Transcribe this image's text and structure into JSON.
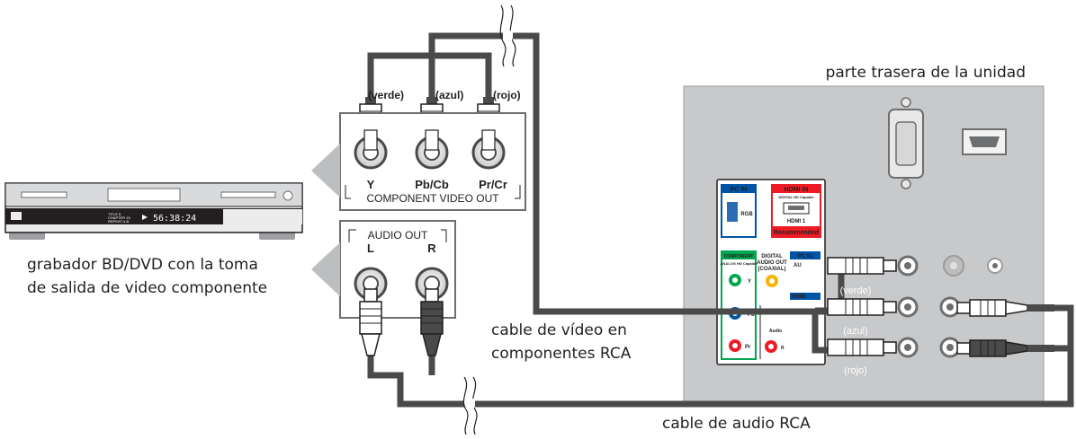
{
  "captions": {
    "back_of_unit": "parte trasera de la unidad",
    "recorder_line1": "grabador BD/DVD con la toma",
    "recorder_line2": "de salida de video componente",
    "component_cable_line1": "cable de vídeo en",
    "component_cable_line2": "componentes RCA",
    "audio_cable": "cable de audio RCA"
  },
  "cable_colors": {
    "green": "(verde)",
    "blue": "(azul)",
    "red": "(rojo)"
  },
  "component_out": {
    "y": "Y",
    "pb": "Pb/Cb",
    "pr": "Pr/Cr",
    "title": "COMPONENT VIDEO OUT"
  },
  "audio_out": {
    "title": "AUDIO OUT",
    "left": "L",
    "right": "R"
  },
  "panel": {
    "pc_in": "PC IN",
    "rgb": "RGB",
    "hdmi_in": "HDMI IN",
    "hdmi_sub": "DIGITAL HD Capable",
    "hdmi1": "HDMI 1",
    "recommended": "Recommended",
    "component": "COMPONENT",
    "component_sub": "ANALOG HD Capable",
    "y": "Y",
    "pb": "Pb",
    "pr": "Pr",
    "digital": "DIGITAL",
    "audio_out": "AUDIO OUT",
    "coaxial": "(COAXIAL)",
    "pc_in2": "PC IN",
    "audio": "Audio",
    "r": "R",
    "au": "AU",
    "hdmi_strip": "HDMI"
  },
  "recorder": {
    "display": "56:38:24",
    "small1": "TITLE  5",
    "small2": "CHAPTER 15",
    "small3": "REPEAT A-B"
  },
  "colors": {
    "cable": "#4a4a4a",
    "panel": "#c8c9cb",
    "green": "#00a651",
    "blue": "#0054a6",
    "red": "#ed1c24"
  }
}
